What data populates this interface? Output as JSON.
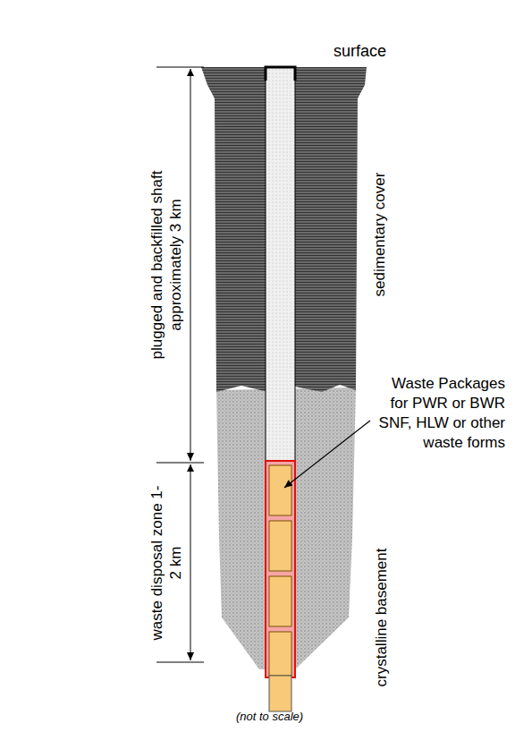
{
  "diagram": {
    "labels": [
      "surface",
      "plugged and backfilled shaft approximately 3 km",
      "sedimentary cover",
      "Waste Packages for PWR or BWR SNF, HLW or other waste forms",
      "waste disposal zone 1-2 km",
      "crystalline basement",
      "(not to scale)"
    ]
  }
}
